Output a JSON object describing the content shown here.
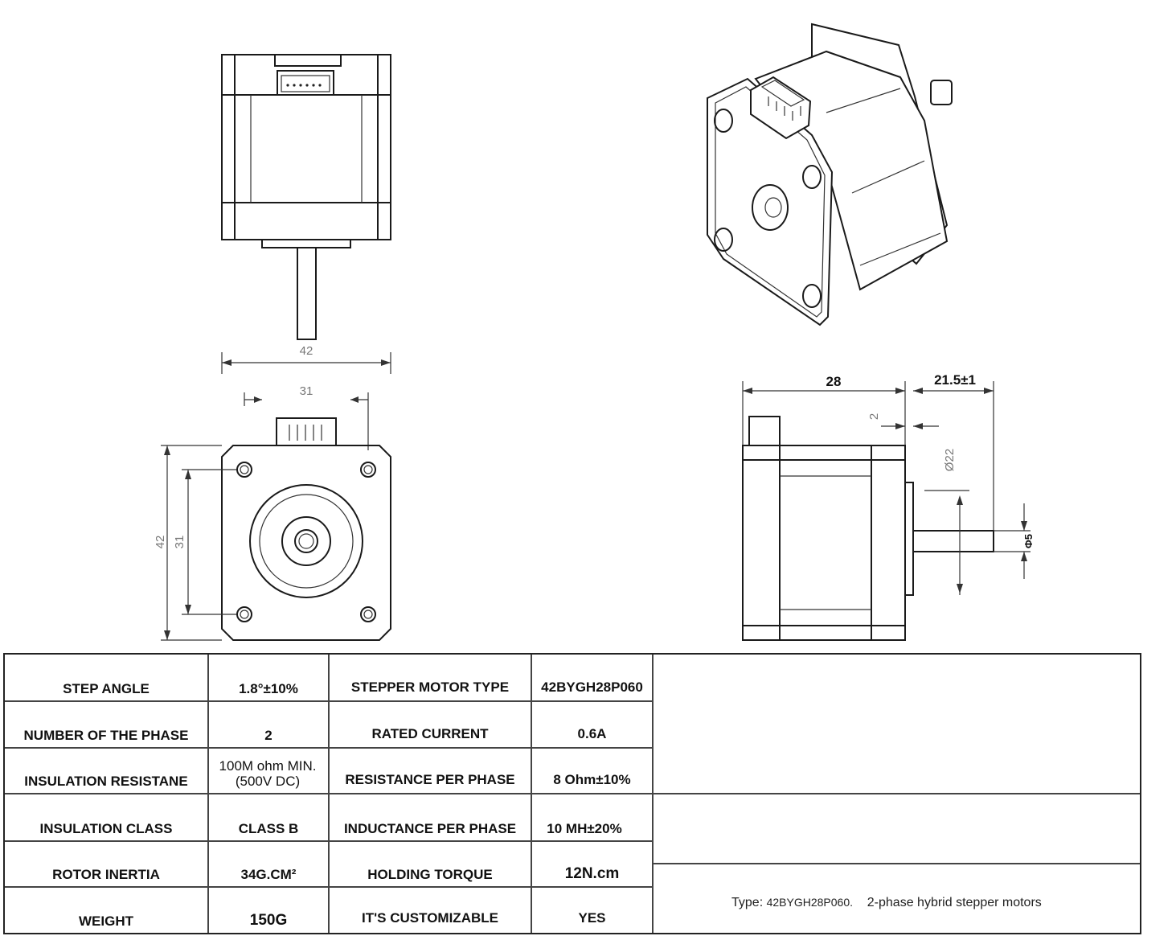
{
  "dimensions": {
    "front_width": "42",
    "front_hole_spacing_h": "31",
    "front_height": "42",
    "front_hole_spacing_v": "31",
    "side_length": "28",
    "side_shaft_length": "21.5±1",
    "side_flange": "2",
    "side_boss_dia": "Ø22",
    "side_shaft_dia": "Φ5"
  },
  "specs": {
    "rows": [
      {
        "label1": "STEP ANGLE",
        "value1": "1.8°±10%",
        "label2": "STEPPER MOTOR TYPE",
        "value2": "42BYGH28P060"
      },
      {
        "label1": "NUMBER OF THE PHASE",
        "value1": "2",
        "label2": "RATED CURRENT",
        "value2": "0.6A"
      },
      {
        "label1": "INSULATION RESISTANE",
        "value1": "100M ohm MIN. (500V DC)",
        "label2": "RESISTANCE PER PHASE",
        "value2": "8 Ohm±10%"
      },
      {
        "label1": "INSULATION CLASS",
        "value1": "CLASS B",
        "label2": "INDUCTANCE PER PHASE",
        "value2": "10 MH±20%"
      },
      {
        "label1": "ROTOR INERTIA",
        "value1": "34G.CM²",
        "label2": "HOLDING TORQUE",
        "value2": "12N.cm"
      },
      {
        "label1": "WEIGHT",
        "value1": "150G",
        "label2": "IT'S CUSTOMIZABLE",
        "value2": "YES"
      }
    ]
  },
  "note": {
    "type_prefix": "Type:",
    "model": "42BYGH28P060.",
    "description": "2-phase hybrid stepper motors"
  }
}
